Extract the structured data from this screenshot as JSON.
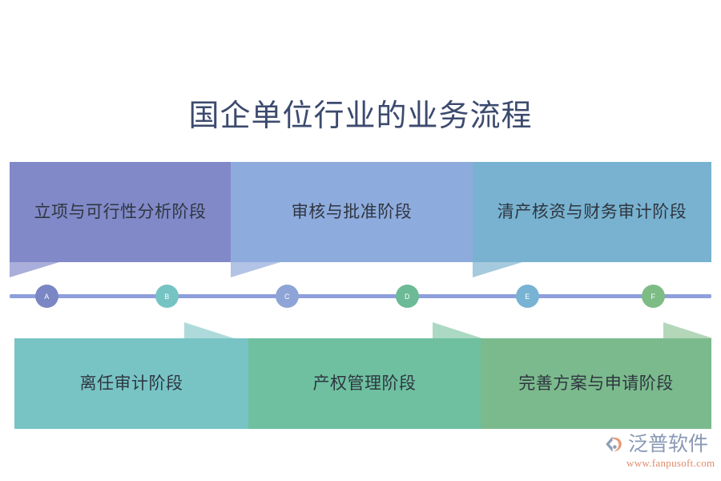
{
  "page": {
    "title": "国企单位行业的业务流程",
    "background_color": "#ffffff",
    "title_color": "#3c4a6e"
  },
  "flow": {
    "top_stages": [
      {
        "id": "A",
        "label": "立项与可行性分析阶段",
        "color": "#8189c8",
        "tail_color": "#a9aeda"
      },
      {
        "id": "C",
        "label": "审核与批准阶段",
        "color": "#8eabdd",
        "tail_color": "#b2c3e6"
      },
      {
        "id": "E",
        "label": "清产核资与财务审计阶段",
        "color": "#78b2d0",
        "tail_color": "#a5c9dd"
      }
    ],
    "bottom_stages": [
      {
        "id": "B",
        "label": "离任审计阶段",
        "color": "#78c4c5",
        "tail_color": "#aedadb"
      },
      {
        "id": "D",
        "label": "产权管理阶段",
        "color": "#6ec0a0",
        "tail_color": "#abd9c3"
      },
      {
        "id": "F",
        "label": "完善方案与申请阶段",
        "color": "#7bba8d",
        "tail_color": "#b4d7ba"
      }
    ],
    "timeline": {
      "line_color": "#8e9fdb",
      "nodes": [
        {
          "label": "A",
          "color": "#7b86c4"
        },
        {
          "label": "B",
          "color": "#76c3c4"
        },
        {
          "label": "C",
          "color": "#8ea4d6"
        },
        {
          "label": "D",
          "color": "#6cba96"
        },
        {
          "label": "E",
          "color": "#78b3d4"
        },
        {
          "label": "F",
          "color": "#7ebc86"
        }
      ]
    }
  },
  "branding": {
    "name": "泛普软件",
    "url": "www.fanpusoft.com",
    "name_color": "#8a99b5",
    "url_color": "#e08a6a",
    "mark_gray": "#8fa0b8",
    "mark_orange": "#e79a77"
  }
}
